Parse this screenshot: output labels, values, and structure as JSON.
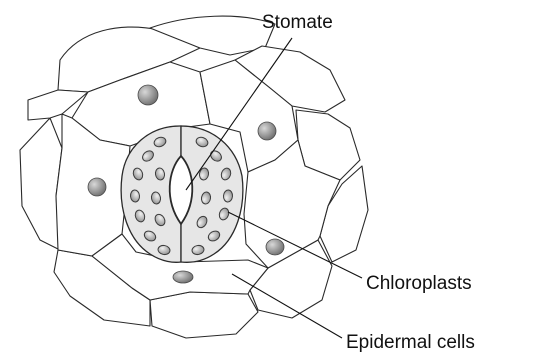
{
  "labels": {
    "stomate": "Stomate",
    "chloroplasts": "Chloroplasts",
    "epidermal_cells": "Epidermal cells"
  },
  "colors": {
    "outline": "#2a2a2a",
    "cell_fill": "#ffffff",
    "guard_cell_fill": "#e6e6e6",
    "nucleus_fill": "#9a9a9a",
    "chloroplast_fill": "#b8b8b8"
  }
}
